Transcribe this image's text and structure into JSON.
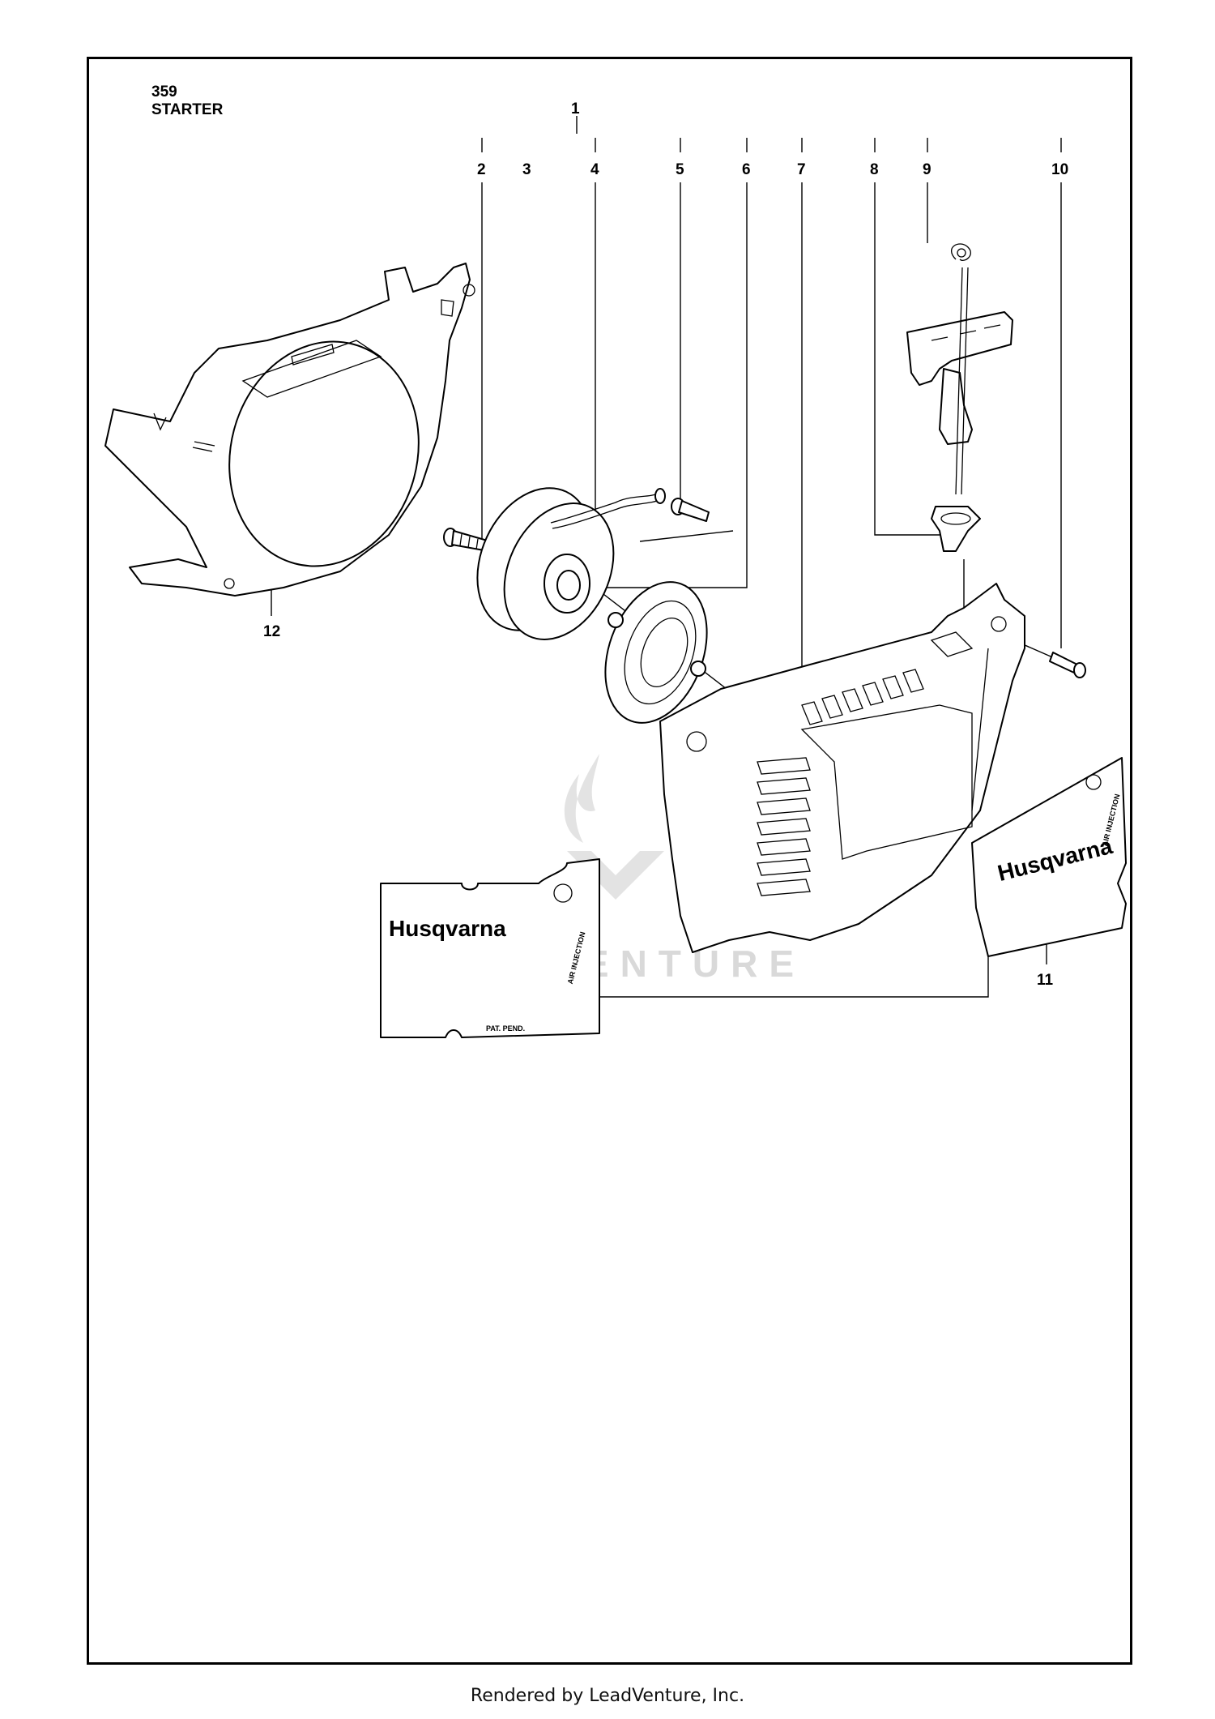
{
  "header": {
    "code": "359",
    "title": "STARTER"
  },
  "callouts": [
    "1",
    "2",
    "3",
    "4",
    "5",
    "6",
    "7",
    "8",
    "9",
    "10",
    "11",
    "12"
  ],
  "decals": {
    "brand": "Husqvarna",
    "feature": "AIR INJECTION",
    "patent": "PAT. PEND."
  },
  "watermark": "LEADVENTURE",
  "footer": "Rendered by LeadVenture, Inc."
}
